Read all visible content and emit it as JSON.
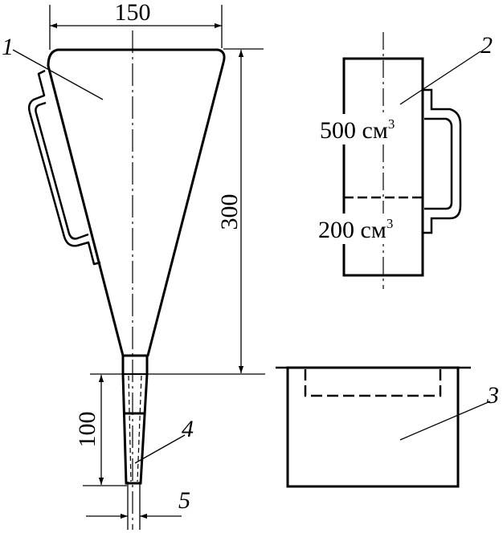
{
  "dimensions": {
    "funnel_top_width": "150",
    "funnel_cone_height": "300",
    "spout_length": "100",
    "spout_outlet_diameter": "5"
  },
  "parts": {
    "funnel": "1",
    "measuring_cup": "2",
    "receiving_vessel": "3",
    "spout": "4"
  },
  "volume_marks": [
    {
      "value": "500 см",
      "exponent": "3"
    },
    {
      "value": "200 см",
      "exponent": "3"
    }
  ]
}
